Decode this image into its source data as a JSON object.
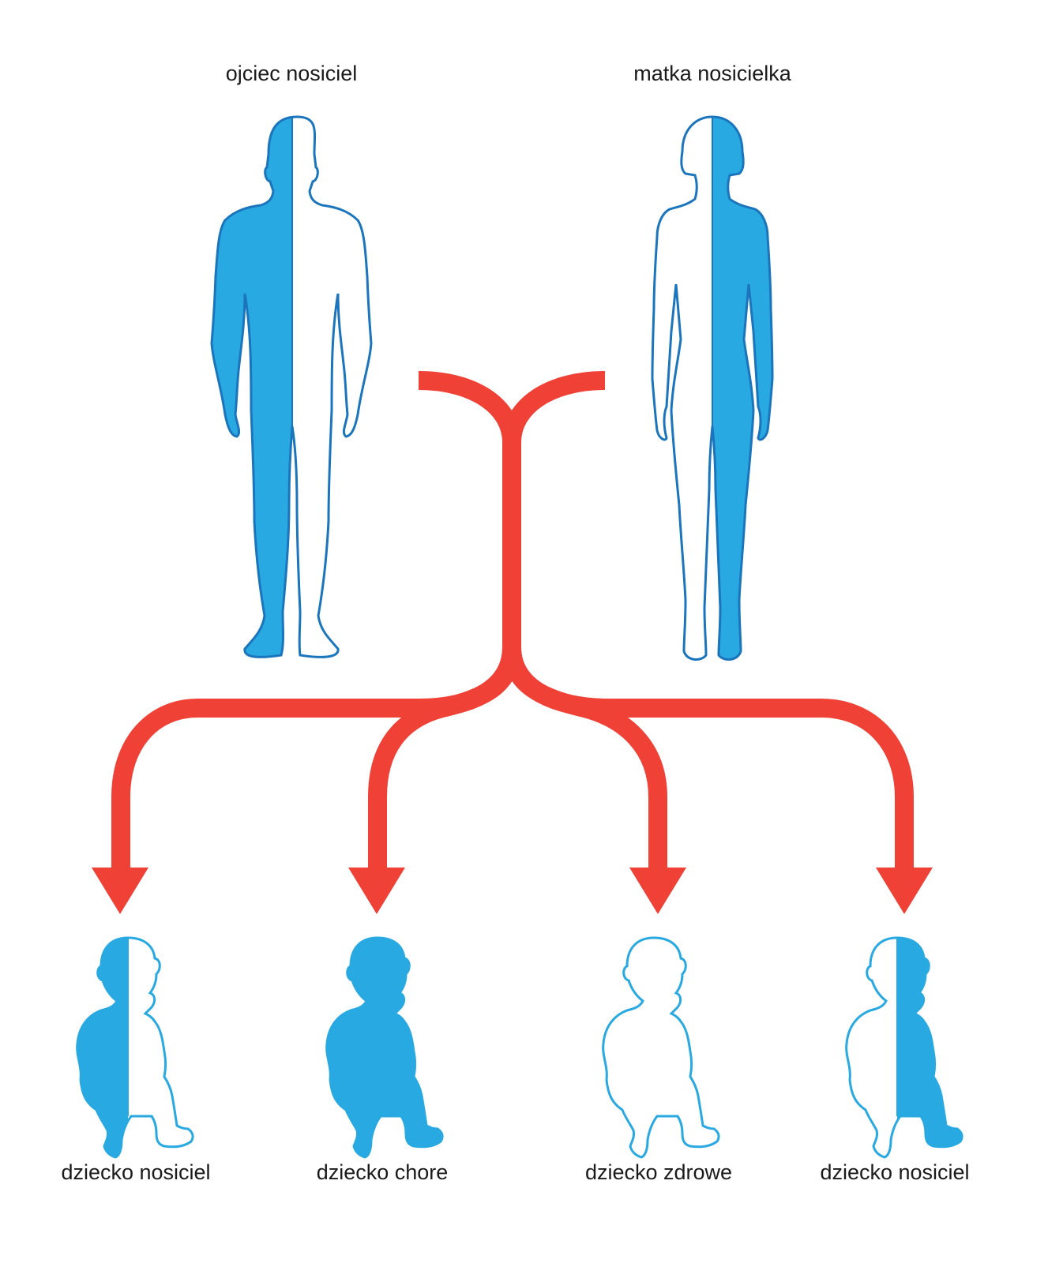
{
  "parents": {
    "father": {
      "label": "ojciec nosiciel",
      "status": "carrier"
    },
    "mother": {
      "label": "matka nosicielka",
      "status": "carrier"
    }
  },
  "children": [
    {
      "label": "dziecko nosiciel",
      "status": "carrier"
    },
    {
      "label": "dziecko chore",
      "status": "affected"
    },
    {
      "label": "dziecko zdrowe",
      "status": "healthy"
    },
    {
      "label": "dziecko nosiciel",
      "status": "carrier"
    }
  ],
  "colors": {
    "fill": "#29a9e1",
    "outline": "#1b75bc",
    "arrow": "#ef4136",
    "text": "#1a1a1a"
  }
}
